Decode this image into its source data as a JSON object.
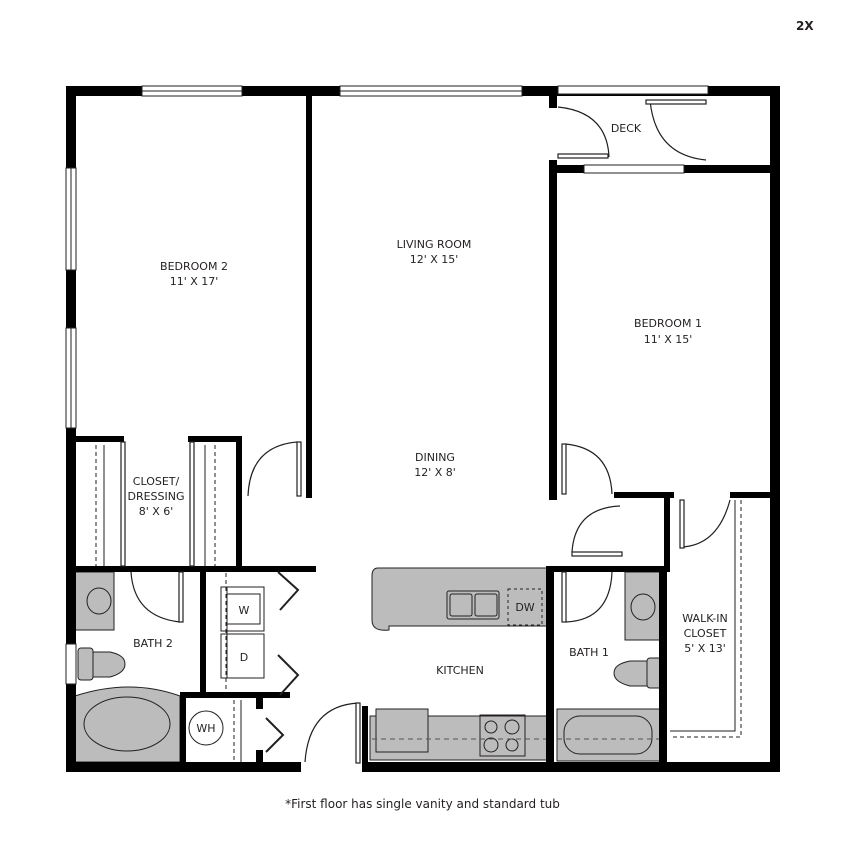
{
  "unit_code": "2X",
  "footnote": "*First floor has single vanity and standard tub",
  "colors": {
    "wall": "#000000",
    "fixture": "#bcbcbc",
    "text": "#231f20"
  },
  "rooms": {
    "bedroom2": {
      "name": "BEDROOM 2",
      "size": "11' X 17'"
    },
    "living": {
      "name": "LIVING ROOM",
      "size": "12' X 15'"
    },
    "deck": {
      "name": "DECK"
    },
    "bedroom1": {
      "name": "BEDROOM 1",
      "size": "11' X 15'"
    },
    "closet_dressing": {
      "name_line1": "CLOSET/",
      "name_line2": "DRESSING",
      "size": "8' X 6'"
    },
    "dining": {
      "name": "DINING",
      "size": "12' X 8'"
    },
    "bath2": {
      "name": "BATH 2"
    },
    "kitchen": {
      "name": "KITCHEN"
    },
    "bath1": {
      "name": "BATH 1"
    },
    "walkin_closet": {
      "name_line1": "WALK-IN",
      "name_line2": "CLOSET",
      "size": "5' X 13'"
    }
  },
  "appliances": {
    "washer": "W",
    "dryer": "D",
    "water_heater": "WH",
    "dishwasher": "DW"
  }
}
